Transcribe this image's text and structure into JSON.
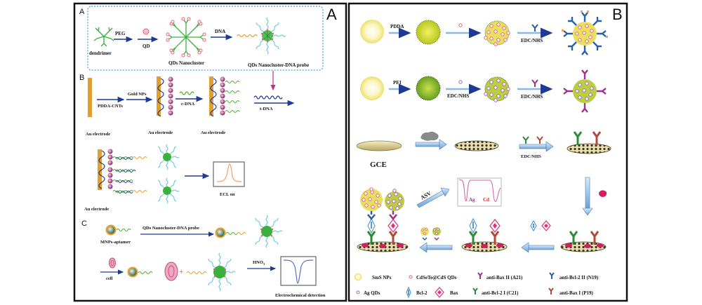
{
  "figure": {
    "panel_A": {
      "corner_label": "A",
      "section_A": {
        "label": "A",
        "dendrimer": "dendrimer",
        "peg": "PEG",
        "qd": "QD",
        "nanocluster": "QDs Nanocluster",
        "dna": "DNA",
        "probe": "QDs Nanocluster-DNA probe"
      },
      "section_B": {
        "label": "B",
        "pdda_cnts": "PDDA-CNTs",
        "gold_nps": "Gold NPs",
        "c_dna": "c-DNA",
        "t_dna": "t-DNA",
        "electrode": "Au electrode",
        "ecl_on": "ECL on"
      },
      "section_C": {
        "label": "C",
        "mnps_aptamer": "MNPs-aptamer",
        "probe": "QDs Nanocluster-DNA probe",
        "cell": "cell",
        "hno3": "HNO",
        "hno3_sub": "3",
        "detection": "Electrochemical detection"
      }
    },
    "panel_B": {
      "corner_label": "B",
      "row1": {
        "pdda": "PDDA",
        "edc_nhs": "EDC/NHS"
      },
      "row2": {
        "pei": "PEI",
        "edc_nhs_1": "EDC/NHS",
        "edc_nhs_2": "EDC/NHS"
      },
      "row3": {
        "gce": "GCE",
        "edc_nhs": "EDC/NHS"
      },
      "row4": {
        "asv": "ASV",
        "ag": "Ag",
        "cd": "Cd"
      },
      "legend": [
        {
          "symbol": "sms-np",
          "label": "SmS NPs"
        },
        {
          "symbol": "cdsete-qd",
          "label": "CdSeTe@CdS QDs"
        },
        {
          "symbol": "antibody-purple",
          "label": "anti-Bax  II (A21)"
        },
        {
          "symbol": "antibody-blue",
          "label": "anti-Bcl-2  II (N19)"
        },
        {
          "symbol": "ag-qd",
          "label": "Ag QDs"
        },
        {
          "symbol": "bcl2",
          "label": "Bcl-2"
        },
        {
          "symbol": "bax",
          "label": "Bax"
        },
        {
          "symbol": "antibody-green",
          "label": "anti-Bcl-2  I (C21)"
        },
        {
          "symbol": "antibody-red",
          "label": "anti-Bax  I (P19)"
        }
      ]
    },
    "colors": {
      "arrow_navy": "#1f3a93",
      "arrow_light": "#8fb8e0",
      "dendrimer_green": "#3cb03c",
      "qd_pink": "#e8607a",
      "dna_cyan": "#5bc0e8",
      "dna_orange": "#e8a020",
      "dna_green": "#4caf30",
      "electrode_gold": "#e0a030",
      "gold_np": "#a0306a",
      "sms_yellow": "#f7f0a0",
      "ab_blue": "#2a5fa8",
      "ab_purple": "#a03090",
      "ab_green": "#2e8b3a",
      "ab_red": "#b04a3a",
      "bax_pink": "#e0307a"
    }
  }
}
